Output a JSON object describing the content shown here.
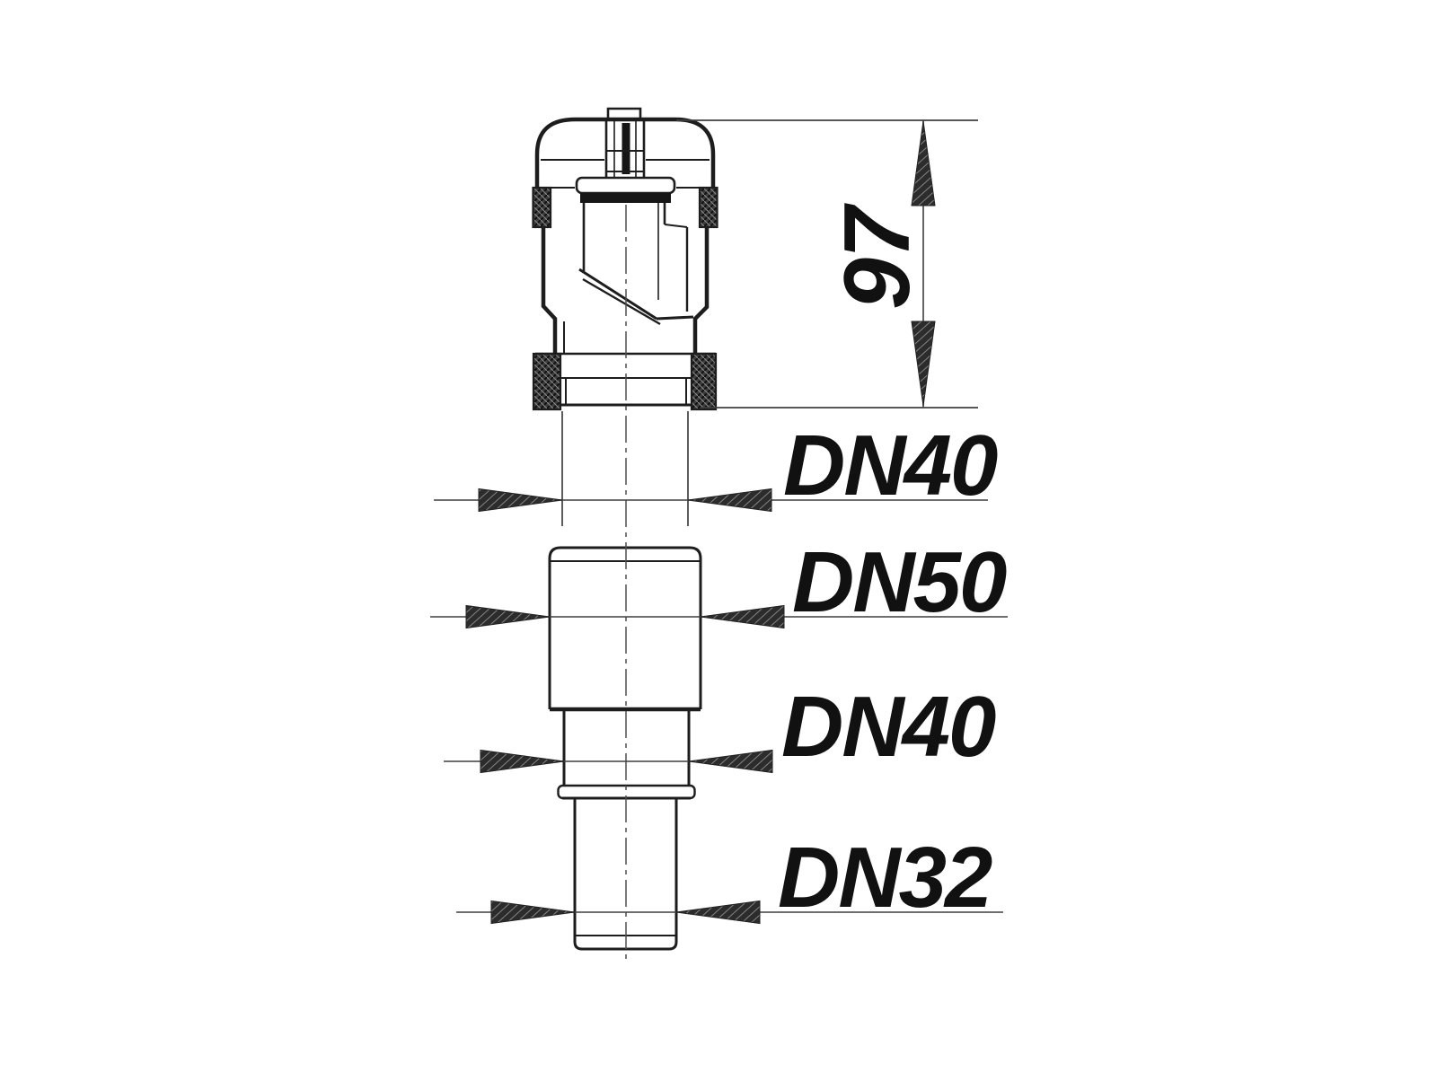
{
  "drawing": {
    "kind": "technical-dimension-drawing",
    "labels": {
      "overall_height": "97",
      "valve_outlet": "DN40",
      "reducer_top": "DN50",
      "reducer_middle": "DN40",
      "reducer_bottom": "DN32"
    },
    "colors": {
      "background": "#ffffff",
      "outline": "#1d1d1d",
      "dimension_line": "#3f3f3f",
      "label_text": "#111111"
    }
  }
}
